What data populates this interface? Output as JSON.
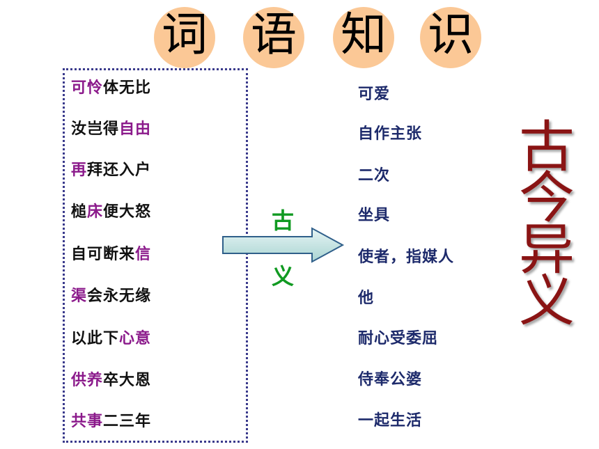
{
  "title": [
    "词",
    "语",
    "知",
    "识"
  ],
  "phrases": [
    {
      "hl": "可怜",
      "rest": "体无比",
      "hl_first": true
    },
    {
      "hl": "自由",
      "rest": "汝岂得",
      "hl_first": false
    },
    {
      "hl": "再",
      "rest": "拜还入户",
      "hl_first": true
    },
    {
      "pre": "槌",
      "hl": "床",
      "post": "便大怒"
    },
    {
      "hl": "信",
      "rest": "自可断来",
      "hl_first": false
    },
    {
      "hl": "渠",
      "rest": "会永无缘",
      "hl_first": true
    },
    {
      "hl": "心意",
      "rest": "以此下",
      "hl_first": false
    },
    {
      "hl": "供养",
      "rest": "卒大恩",
      "hl_first": true
    },
    {
      "hl": "共事",
      "rest": "二三年",
      "hl_first": true
    }
  ],
  "meanings": [
    "可爱",
    "自作主张",
    "二次",
    "坐具",
    "使者，指媒人",
    "他",
    "耐心受委屈",
    "侍奉公婆",
    "一起生活"
  ],
  "arrow_label": [
    "古",
    "义"
  ],
  "side_title": [
    "古",
    "今",
    "异",
    "义"
  ],
  "colors": {
    "highlight": "#8b1a8b",
    "meaning": "#1d2a6b",
    "title_circle": "#fbc896",
    "arrow_label": "#119a22",
    "side_title": "#8a1414"
  }
}
